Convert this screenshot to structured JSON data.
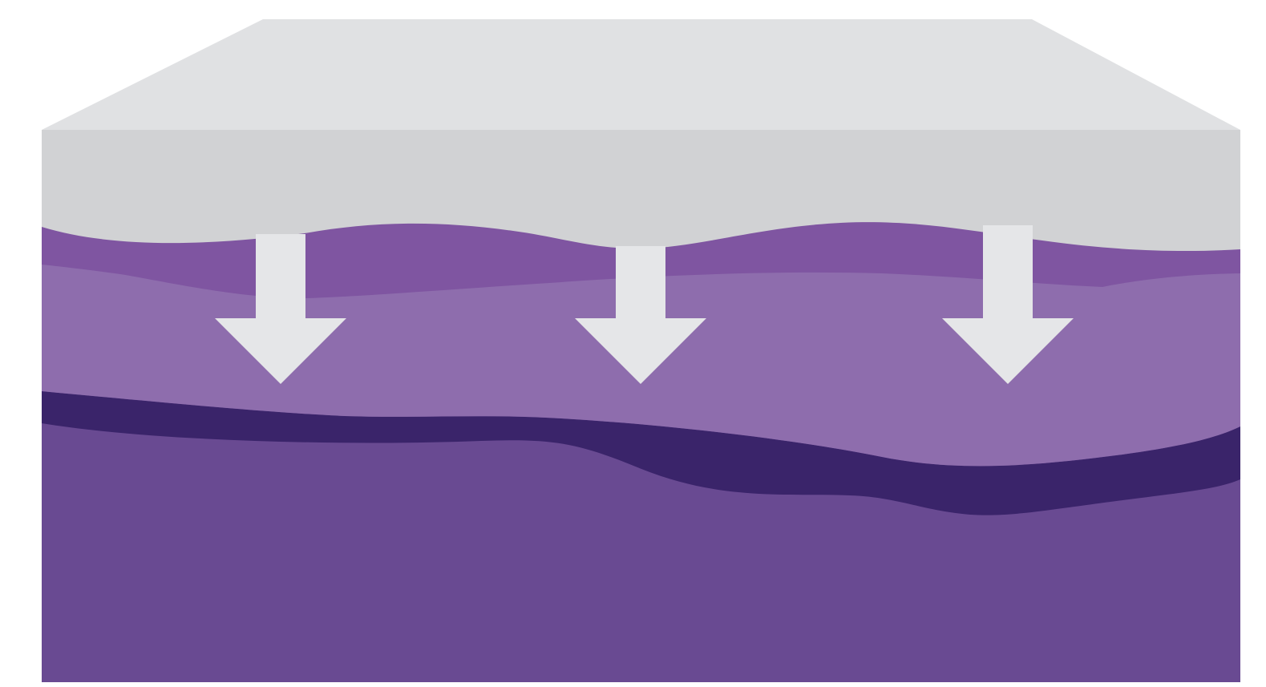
{
  "colors": {
    "background": "#ffffff",
    "top_panel": "#e0e1e3",
    "front_panel": "#d1d2d4",
    "layer_purple": "#7f55a1",
    "layer_lilac": "#8e6dad",
    "layer_dark": "#3a246a",
    "layer_base": "#694a92",
    "arrow": "#e5e6e8"
  },
  "arrows": [
    {
      "icon": "down-arrow-icon",
      "direction": "down"
    },
    {
      "icon": "down-arrow-icon",
      "direction": "down"
    },
    {
      "icon": "down-arrow-icon",
      "direction": "down"
    }
  ]
}
